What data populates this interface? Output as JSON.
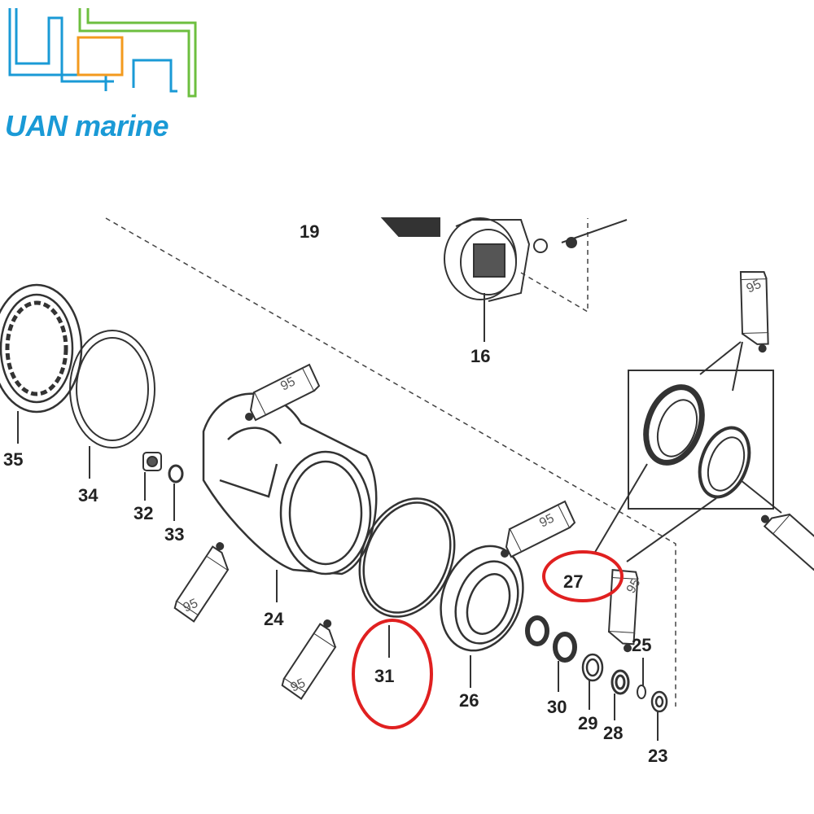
{
  "brand": {
    "name": "UAN marine",
    "colors": {
      "blue": "#1a9ad6",
      "orange": "#f39a1e",
      "green": "#6dbf3f"
    }
  },
  "diagram": {
    "highlight_color": "#e02020",
    "highlighted_parts": [
      "27",
      "31"
    ],
    "part_labels": [
      {
        "id": "p19",
        "text": "19"
      },
      {
        "id": "p16",
        "text": "16"
      },
      {
        "id": "p35",
        "text": "35"
      },
      {
        "id": "p34",
        "text": "34"
      },
      {
        "id": "p32",
        "text": "32"
      },
      {
        "id": "p33",
        "text": "33"
      },
      {
        "id": "p24",
        "text": "24"
      },
      {
        "id": "p31",
        "text": "31"
      },
      {
        "id": "p26",
        "text": "26"
      },
      {
        "id": "p27",
        "text": "27"
      },
      {
        "id": "p30",
        "text": "30"
      },
      {
        "id": "p29",
        "text": "29"
      },
      {
        "id": "p28",
        "text": "28"
      },
      {
        "id": "p25",
        "text": "25"
      },
      {
        "id": "p23",
        "text": "23"
      }
    ],
    "sealant_code": "95"
  }
}
